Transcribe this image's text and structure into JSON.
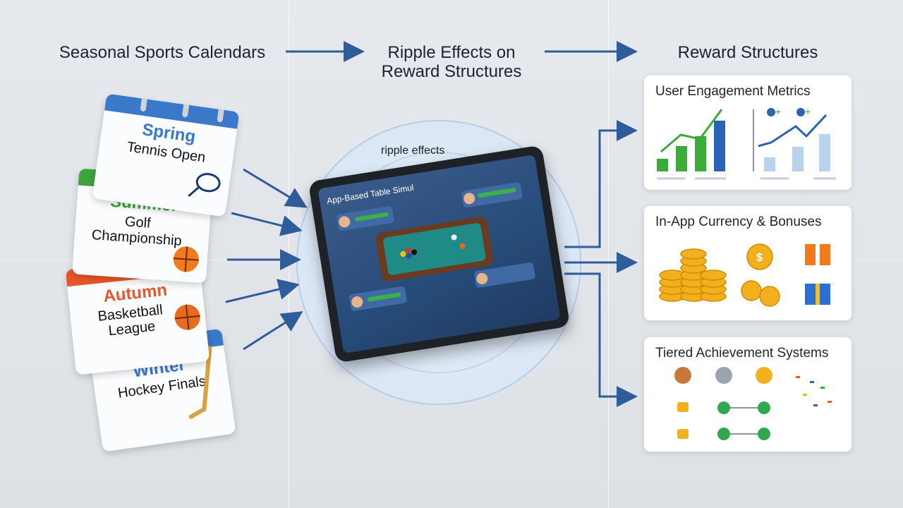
{
  "headings": {
    "col1": "Seasonal Sports Calendars",
    "col2": "Ripple Effects on Reward Structures",
    "col3": "Reward Structures"
  },
  "calendars": [
    {
      "season": "Spring",
      "event": "Tennis Open",
      "color": "#3a78c9",
      "icon": "tennis-racket-icon"
    },
    {
      "season": "Summer",
      "event": "Golf Championship",
      "color": "#3fa33c",
      "icon": "basketball-icon"
    },
    {
      "season": "Autumn",
      "event": "Basketball League",
      "color": "#e8562a",
      "icon": "basketball-icon"
    },
    {
      "season": "Winter",
      "event": "Hockey Finals",
      "color": "#3a78c9",
      "icon": "hockey-stick-icon"
    }
  ],
  "center": {
    "ripple_label": "ripple effects",
    "screen_title": "App-Based Table Simul"
  },
  "cards": [
    {
      "title": "User Engagement Metrics",
      "icons": [
        "bar-chart-icon",
        "line-chart-icon",
        "add-user-icon"
      ]
    },
    {
      "title": "In-App Currency & Bonuses",
      "icons": [
        "coin-stack-icon",
        "coin-icon",
        "gift-icon"
      ]
    },
    {
      "title": "Tiered Achievement Systems",
      "icons": [
        "medal-icon",
        "lock-icon",
        "checkmark-icon",
        "confetti-icon"
      ]
    }
  ],
  "colors": {
    "arrow": "#2f5c9a",
    "bronze": "#c9773a",
    "silver": "#9aa5b1",
    "gold": "#f2b01e",
    "check": "#2fa84f",
    "chart_green": "#3cab3a",
    "chart_blue": "#2a63b8"
  }
}
